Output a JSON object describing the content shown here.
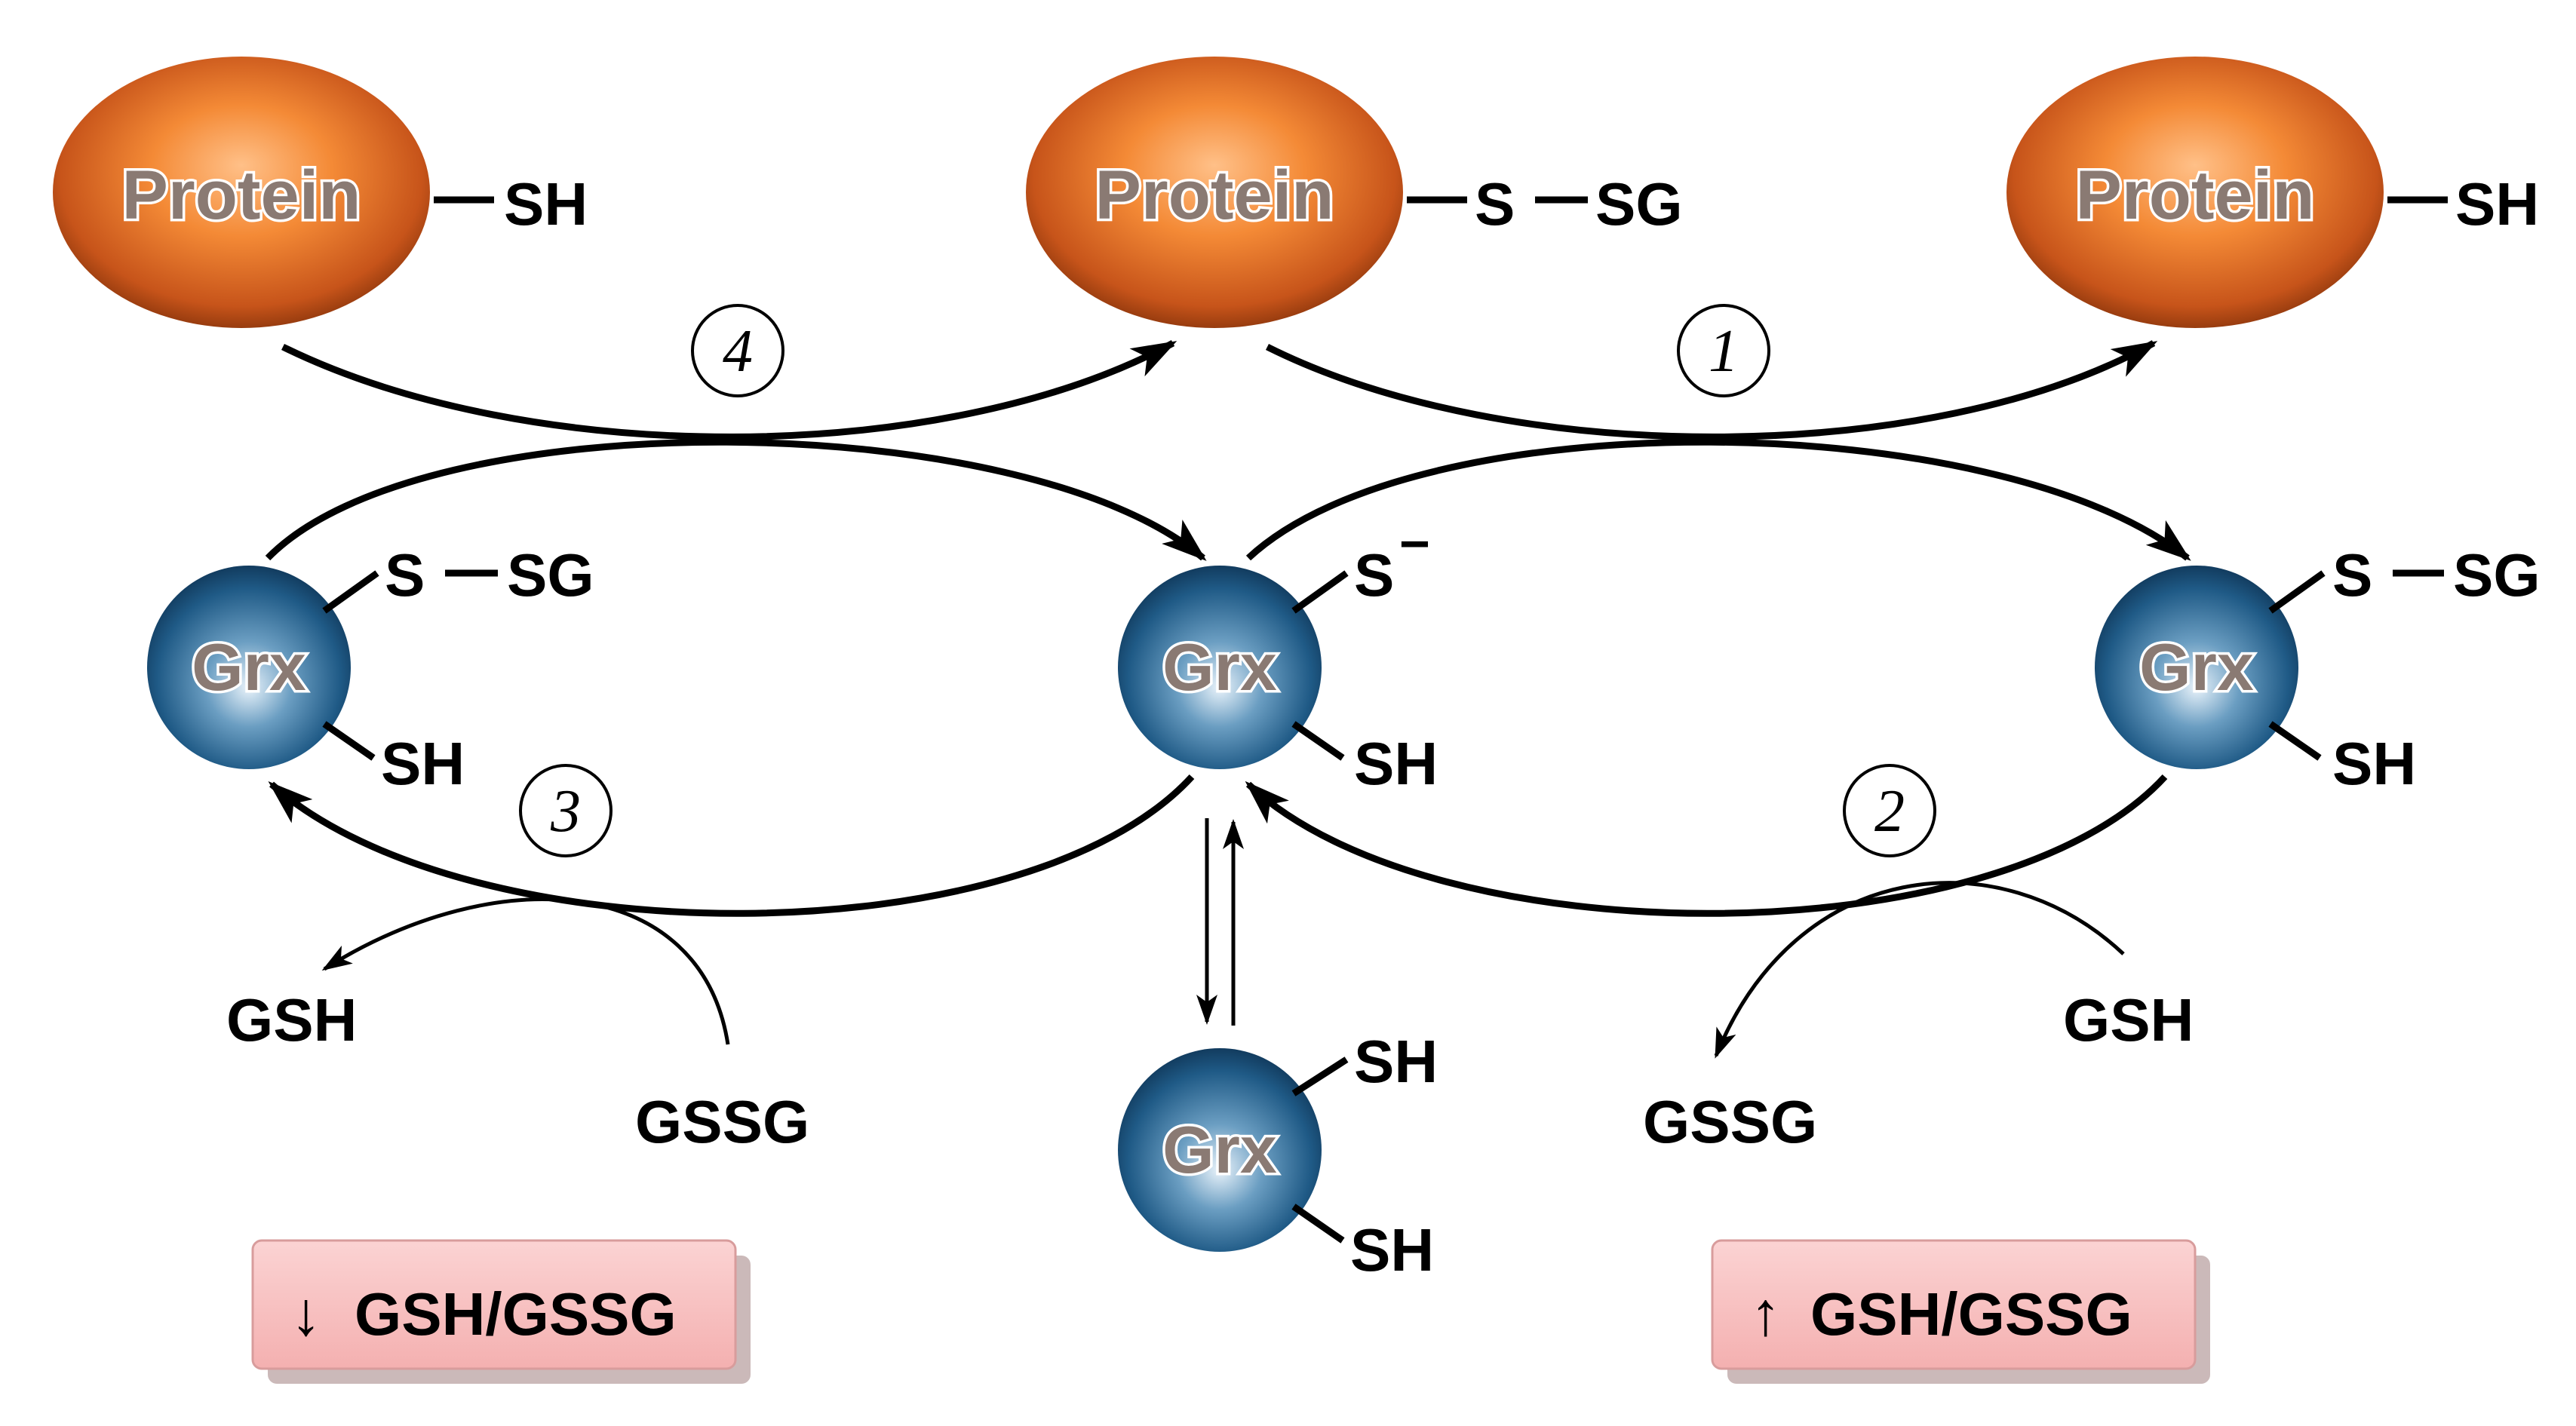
{
  "proteins": [
    {
      "label": "Protein",
      "group": "SH"
    },
    {
      "label": "Protein",
      "group_s": "S",
      "group_sg": "SG"
    },
    {
      "label": "Protein",
      "group": "SH"
    }
  ],
  "grx": {
    "left": {
      "label": "Grx",
      "top_s": "S",
      "top_sg": "SG",
      "bottom": "SH"
    },
    "center": {
      "label": "Grx",
      "top": "S",
      "charge": "−",
      "bottom": "SH"
    },
    "right": {
      "label": "Grx",
      "top_s": "S",
      "top_sg": "SG",
      "bottom": "SH"
    },
    "reduced": {
      "label": "Grx",
      "top": "SH",
      "bottom": "SH"
    }
  },
  "steps": [
    "1",
    "2",
    "3",
    "4"
  ],
  "metabolites": {
    "left_gsh": "GSH",
    "left_gssg": "GSSG",
    "right_gsh": "GSH",
    "right_gssg": "GSSG"
  },
  "ratio_boxes": {
    "left": {
      "arrow": "↓",
      "text": "GSH/GSSG"
    },
    "right": {
      "arrow": "↑",
      "text": "GSH/GSSG"
    }
  },
  "colors": {
    "protein": "#f07a2a",
    "grx": "#1f5a86",
    "ratio_box": "#f9c4c4"
  }
}
